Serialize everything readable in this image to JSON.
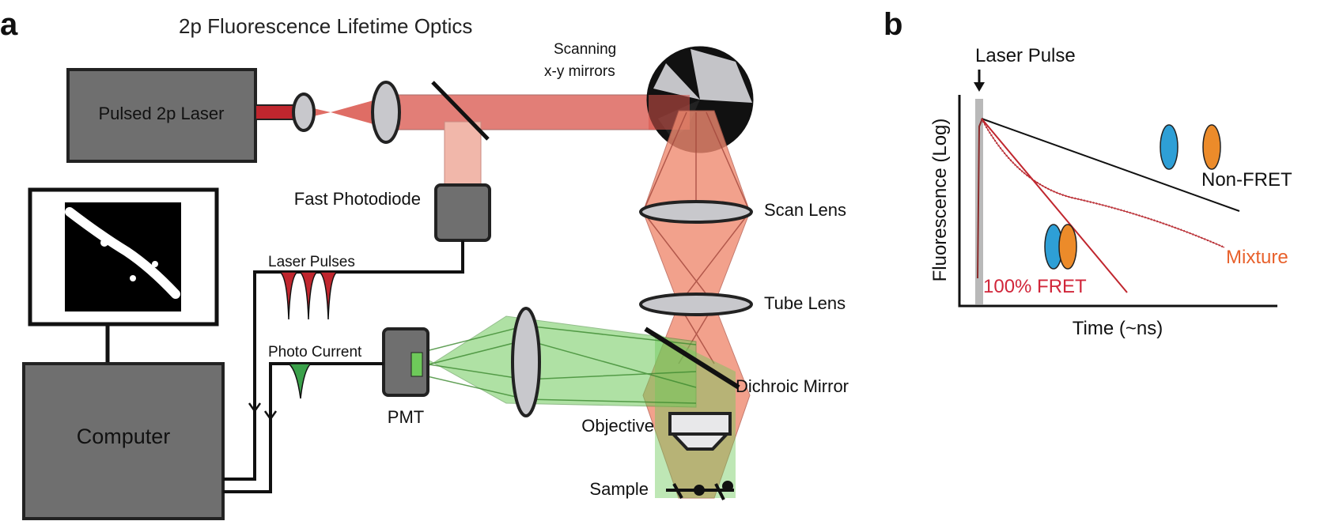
{
  "panel_a": {
    "letter": "a",
    "title": "2p Fluorescence Lifetime Optics",
    "labels": {
      "laser": "Pulsed 2p Laser",
      "scanning_line1": "Scanning",
      "scanning_line2": "x-y mirrors",
      "photodiode": "Fast Photodiode",
      "laser_pulses": "Laser Pulses",
      "photo_current": "Photo Current",
      "pmt": "PMT",
      "computer": "Computer",
      "scan_lens": "Scan Lens",
      "tube_lens": "Tube Lens",
      "dichroic": "Dichroic Mirror",
      "objective": "Objective",
      "sample": "Sample"
    },
    "colors": {
      "excitation_beam": "#d9534a",
      "excitation_fan": "#f08a70",
      "photodiode_beam": "#f1b7aa",
      "emission_beam": "#6ec95a",
      "laser_output": "#c0262e",
      "device_gray": "#6f6f6f",
      "lens_gray": "#c8c8cc"
    }
  },
  "panel_b": {
    "letter": "b",
    "laser_pulse": "Laser Pulse",
    "ylabel": "Fluorescence (Log)",
    "xlabel": "Time (~ns)",
    "curve_labels": {
      "non_fret": "Non-FRET",
      "mixture": "Mixture",
      "fret": "100% FRET"
    },
    "colors": {
      "non_fret": "#111111",
      "mixture": "#e8612c",
      "fret": "#d1263a",
      "donor": "#2e9fd6",
      "acceptor": "#ec8b2a"
    }
  }
}
